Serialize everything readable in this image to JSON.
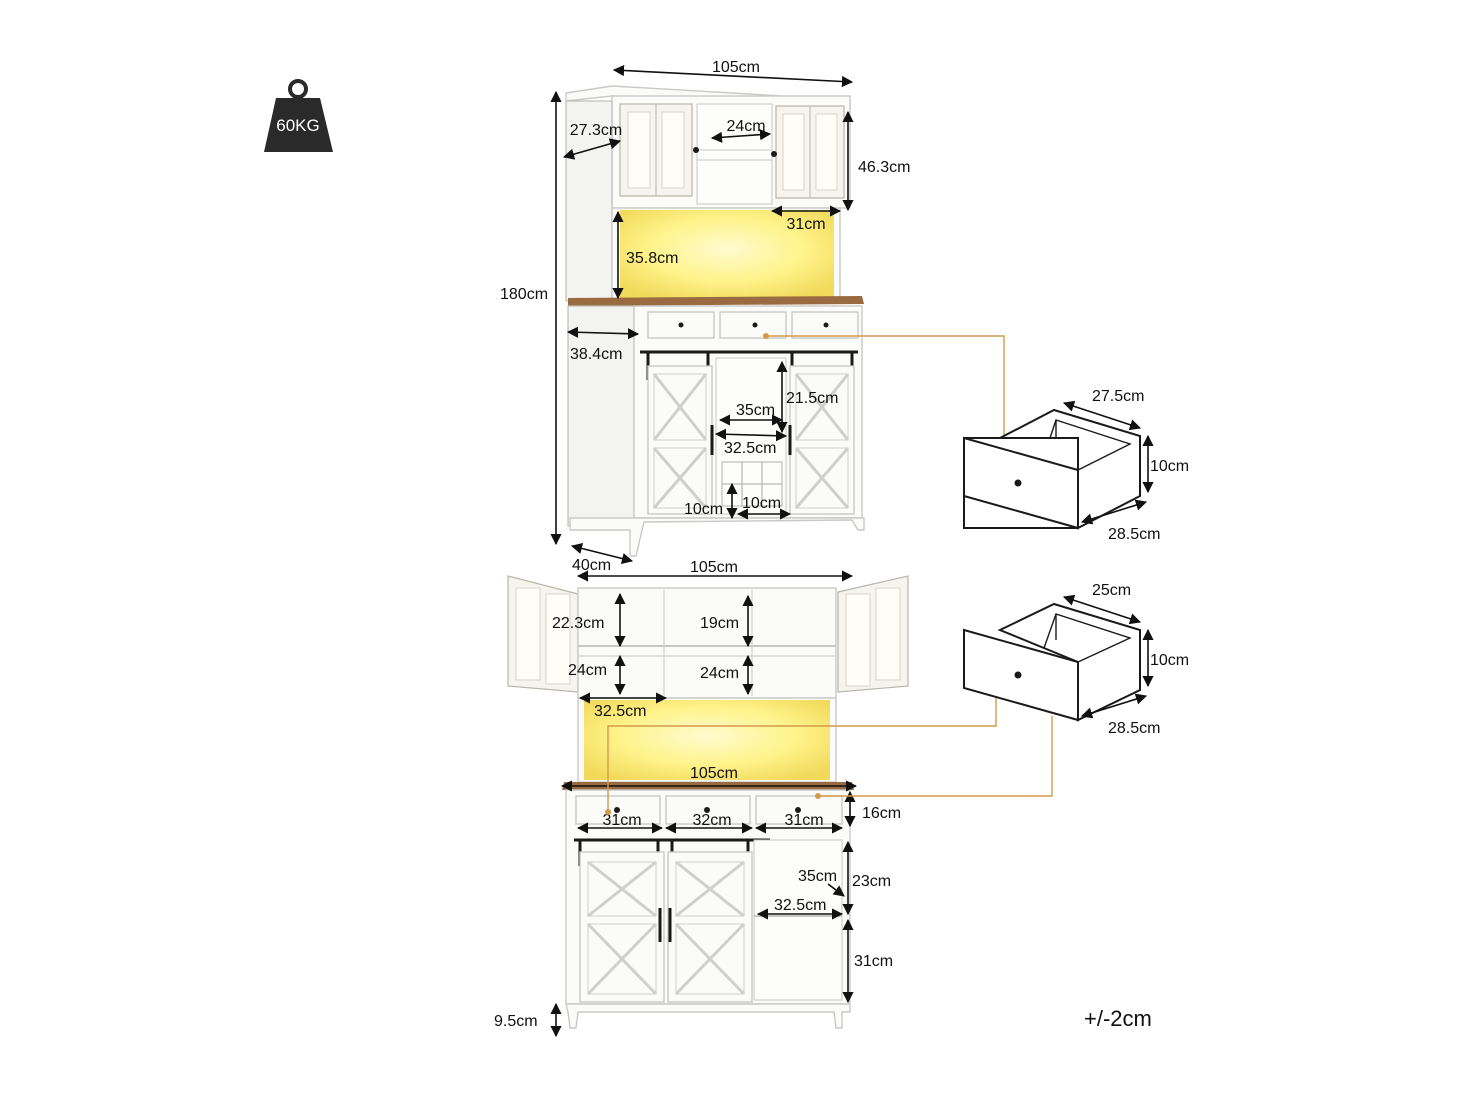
{
  "weight": {
    "label": "60KG",
    "icon": "weight-icon"
  },
  "tolerance": "+/-2cm",
  "colors": {
    "led_glow": "#fff38a",
    "countertop": "#9a6a40",
    "leader_line": "#d49a4c",
    "cabinet": "#fbfbfa"
  },
  "upper_view": {
    "width_top": "105cm",
    "hutch_depth": "27.3cm",
    "center_shelf": "24cm",
    "hutch_height": "46.3cm",
    "hutch_side_width": "31cm",
    "led_opening": "35.8cm",
    "total_height": "180cm",
    "base_depth": "38.4cm",
    "wine_depth": "35cm",
    "wine_height": "21.5cm",
    "wine_width": "32.5cm",
    "cube_height": "10cm",
    "cube_width": "10cm",
    "foot_depth": "40cm"
  },
  "lower_view": {
    "hutch_width": "105cm",
    "shelf_top_left": "22.3cm",
    "shelf_top_center": "19cm",
    "shelf_bottom_left": "24cm",
    "shelf_bottom_center": "24cm",
    "left_section_width": "32.5cm",
    "counter_width": "105cm",
    "drawer_height": "16cm",
    "drawer_left": "31cm",
    "drawer_center": "32cm",
    "drawer_right": "31cm",
    "open_depth": "35cm",
    "open_height": "23cm",
    "open_width": "32.5cm",
    "lower_open_height": "31cm",
    "leg_height": "9.5cm"
  },
  "drawer_a": {
    "depth": "27.5cm",
    "height": "10cm",
    "width": "28.5cm"
  },
  "drawer_b": {
    "depth": "25cm",
    "height": "10cm",
    "width": "28.5cm"
  }
}
